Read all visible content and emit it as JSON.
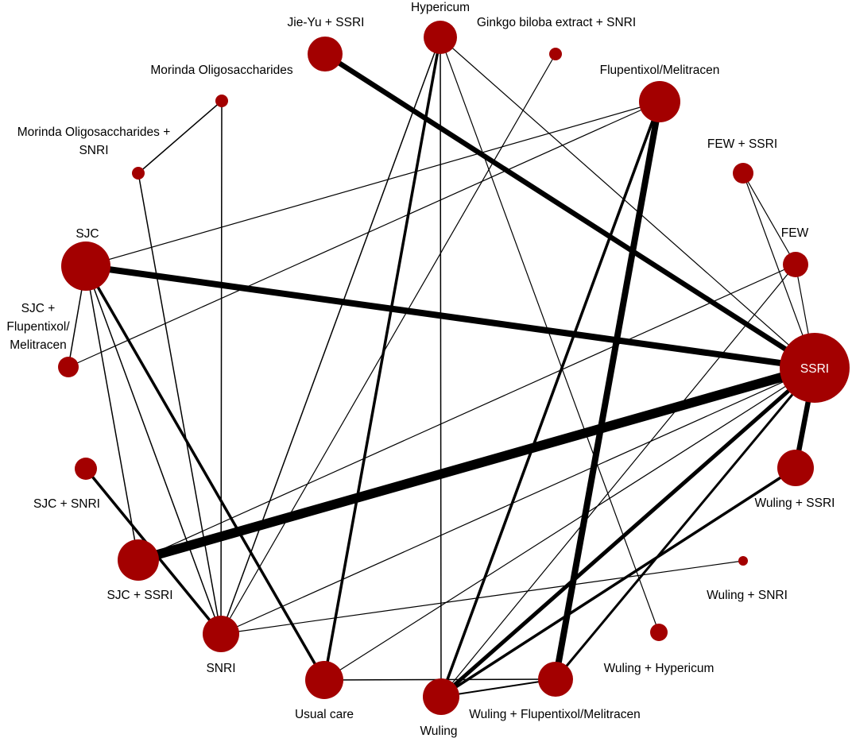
{
  "diagram": {
    "type": "network-meta-analysis-graph",
    "node_color": "#a30000",
    "edge_color": "#000000",
    "nodes": [
      {
        "id": "jieyu_ssri",
        "label_lines": [
          "Jie-Yu + SSRI"
        ]
      },
      {
        "id": "hypericum",
        "label_lines": [
          "Hypericum"
        ]
      },
      {
        "id": "ginkgo_snri",
        "label_lines": [
          "Ginkgo biloba extract + SNRI"
        ]
      },
      {
        "id": "morinda",
        "label_lines": [
          "Morinda Oligosaccharides"
        ]
      },
      {
        "id": "flupentixol",
        "label_lines": [
          "Flupentixol/Melitracen"
        ]
      },
      {
        "id": "morinda_snri",
        "label_lines": [
          "Morinda Oligosaccharides +",
          "SNRI"
        ]
      },
      {
        "id": "few_ssri",
        "label_lines": [
          "FEW + SSRI"
        ]
      },
      {
        "id": "sjc",
        "label_lines": [
          "SJC"
        ]
      },
      {
        "id": "few",
        "label_lines": [
          "FEW"
        ]
      },
      {
        "id": "sjc_flup",
        "label_lines": [
          "SJC +",
          "Flupentixol/",
          "Melitracen"
        ]
      },
      {
        "id": "ssri",
        "label_lines": [
          "SSRI"
        ]
      },
      {
        "id": "wuling_ssri",
        "label_lines": [
          "Wuling + SSRI"
        ]
      },
      {
        "id": "sjc_snri",
        "label_lines": [
          "SJC + SNRI"
        ]
      },
      {
        "id": "wuling_snri",
        "label_lines": [
          "Wuling + SNRI"
        ]
      },
      {
        "id": "sjc_ssri",
        "label_lines": [
          "SJC + SSRI"
        ]
      },
      {
        "id": "wuling_hyp",
        "label_lines": [
          "Wuling + Hypericum"
        ]
      },
      {
        "id": "snri",
        "label_lines": [
          "SNRI"
        ]
      },
      {
        "id": "usual_care",
        "label_lines": [
          "Usual care"
        ]
      },
      {
        "id": "wuling_flup",
        "label_lines": [
          "Wuling + Flupentixol/Melitracen"
        ]
      },
      {
        "id": "wuling",
        "label_lines": [
          "Wuling"
        ]
      }
    ],
    "edges": [
      [
        "jieyu_ssri",
        "ssri"
      ],
      [
        "hypericum",
        "snri"
      ],
      [
        "hypericum",
        "usual_care"
      ],
      [
        "hypericum",
        "wuling"
      ],
      [
        "hypericum",
        "ssri"
      ],
      [
        "hypericum",
        "wuling_hyp"
      ],
      [
        "ginkgo_snri",
        "snri"
      ],
      [
        "morinda",
        "morinda_snri"
      ],
      [
        "morinda",
        "snri"
      ],
      [
        "morinda_snri",
        "snri"
      ],
      [
        "flupentixol",
        "sjc"
      ],
      [
        "flupentixol",
        "sjc_flup"
      ],
      [
        "flupentixol",
        "wuling_flup"
      ],
      [
        "flupentixol",
        "wuling"
      ],
      [
        "few_ssri",
        "few"
      ],
      [
        "few_ssri",
        "ssri"
      ],
      [
        "few",
        "ssri"
      ],
      [
        "few",
        "wuling"
      ],
      [
        "few",
        "sjc_ssri"
      ],
      [
        "sjc",
        "ssri"
      ],
      [
        "sjc",
        "sjc_flup"
      ],
      [
        "sjc",
        "usual_care"
      ],
      [
        "sjc",
        "snri"
      ],
      [
        "sjc",
        "sjc_ssri"
      ],
      [
        "ssri",
        "sjc_ssri"
      ],
      [
        "ssri",
        "wuling_ssri"
      ],
      [
        "ssri",
        "wuling"
      ],
      [
        "ssri",
        "usual_care"
      ],
      [
        "ssri",
        "snri"
      ],
      [
        "ssri",
        "wuling_flup"
      ],
      [
        "wuling_ssri",
        "wuling"
      ],
      [
        "sjc_snri",
        "snri"
      ],
      [
        "wuling_snri",
        "snri"
      ],
      [
        "usual_care",
        "wuling_flup"
      ],
      [
        "wuling",
        "wuling_flup"
      ]
    ]
  }
}
